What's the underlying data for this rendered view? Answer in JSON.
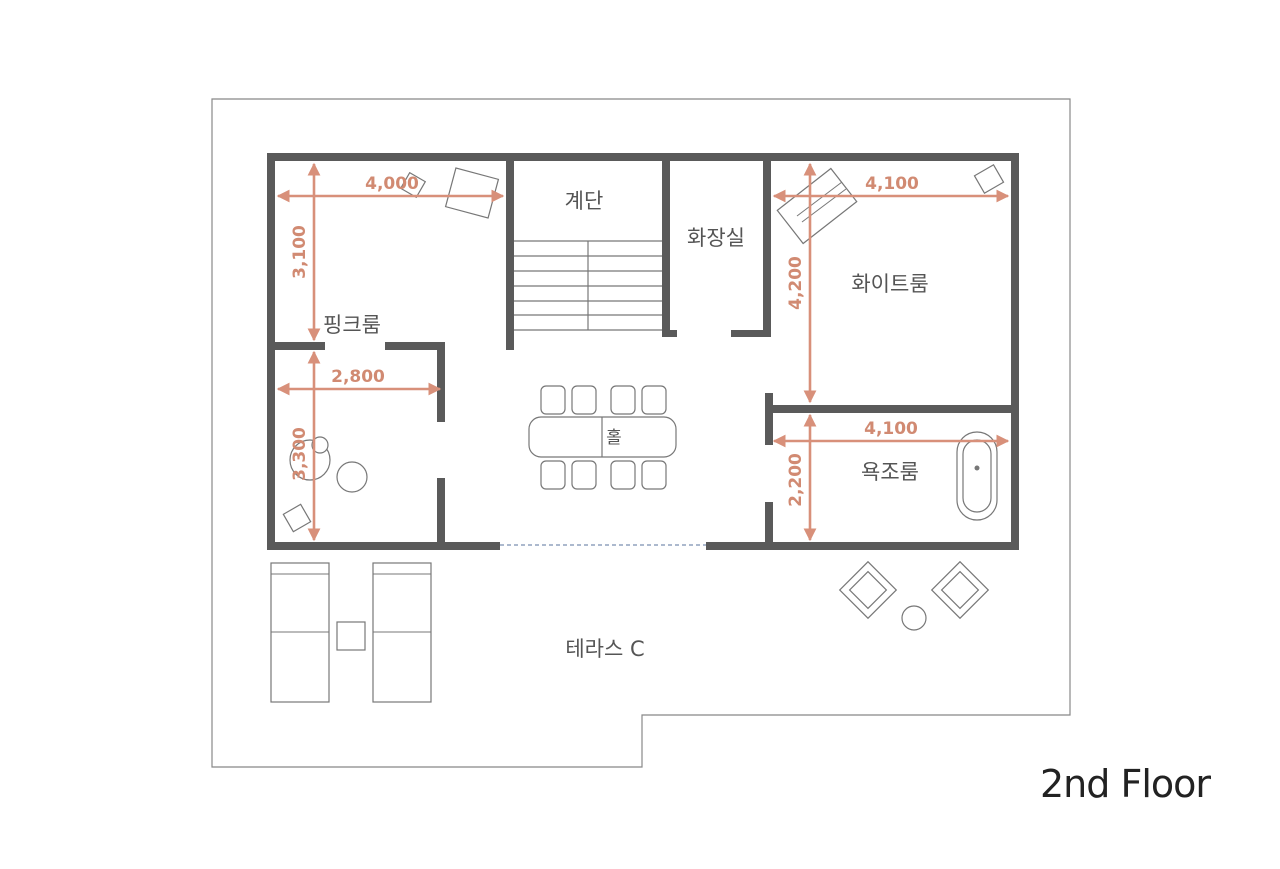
{
  "floor_title": "2nd Floor",
  "rooms": {
    "stairs": "계단",
    "toilet": "화장실",
    "pink_room": "핑크룸",
    "white_room": "화이트룸",
    "bath_room": "욕조룸",
    "hall": "홀",
    "terrace": "테라스 C"
  },
  "dimensions": {
    "pink_width": "4,000",
    "pink_height": "3,100",
    "small_width": "2,800",
    "small_height": "3,300",
    "white_width": "4,100",
    "white_height": "4,200",
    "bath_width": "4,100",
    "bath_height": "2,200"
  },
  "colors": {
    "wall": "#5a5a5a",
    "dimension": "#d8907a",
    "outline": "#888888"
  }
}
